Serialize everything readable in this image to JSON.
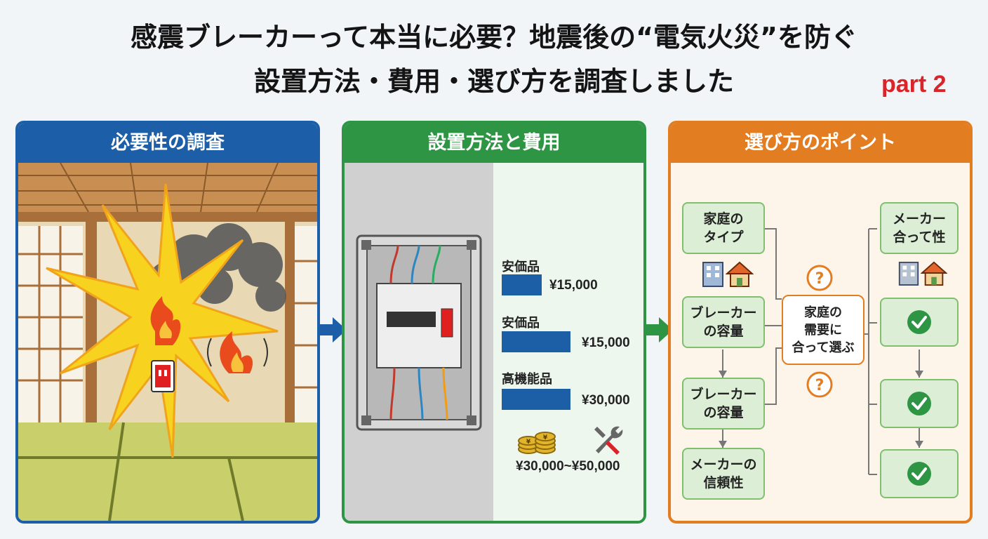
{
  "header": {
    "title_line1": "感震ブレーカーって本当に必要？地震後の“電気火災”を防ぐ",
    "title_line2": "設置方法・費用・選び方を調査しました",
    "part": "part 2"
  },
  "panels": [
    {
      "heading": "必要性の調査"
    },
    {
      "heading": "設置方法と費用"
    },
    {
      "heading": "選び方のポイント"
    }
  ],
  "costs": {
    "items": [
      {
        "label": "安価品",
        "price": "¥15,000",
        "fraction": 0.38
      },
      {
        "label": "安価品",
        "price": "¥15,000",
        "fraction": 0.65
      },
      {
        "label": "高機能品",
        "price": "¥30,000",
        "fraction": 0.65
      }
    ],
    "total_range": "¥30,000~¥50,000"
  },
  "flow": {
    "left": [
      "家庭の\nタイプ",
      "ブレーカー\nの容量",
      "ブレーカー\nの容量",
      "メーカーの\n信頼性"
    ],
    "center": "家庭の\n需要に\n合って選ぶ",
    "right_top": "メーカー\n合って性",
    "question_mark": "?",
    "check_count": 3
  },
  "colors": {
    "blue": "#1d5ea8",
    "green": "#2e9544",
    "orange": "#e27d22",
    "red": "#d9252a"
  },
  "icons": [
    "fire-icon",
    "outlet-icon",
    "breaker-panel-icon",
    "coins-icon",
    "wrench-icon",
    "house-icon",
    "building-icon",
    "question-icon",
    "check-icon",
    "arrow-right-icon"
  ]
}
